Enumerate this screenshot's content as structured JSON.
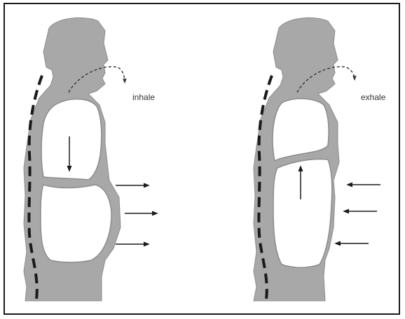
{
  "figure": {
    "left_panel": {
      "label": "inhale"
    },
    "right_panel": {
      "label": "exhale"
    }
  },
  "colors": {
    "body_fill": "#a8a8a9",
    "outline": "#8c8c8e",
    "cavity": "#ffffff",
    "ink": "#1a1a1a",
    "border": "#1a1a1a"
  },
  "icons": {
    "diaphragm_left": "arrow-down",
    "diaphragm_right": "arrow-up",
    "abdomen_left": "arrow-right",
    "abdomen_right": "arrow-left",
    "airflow": "dashed-curved-arrow",
    "spine": "dashed-line"
  }
}
